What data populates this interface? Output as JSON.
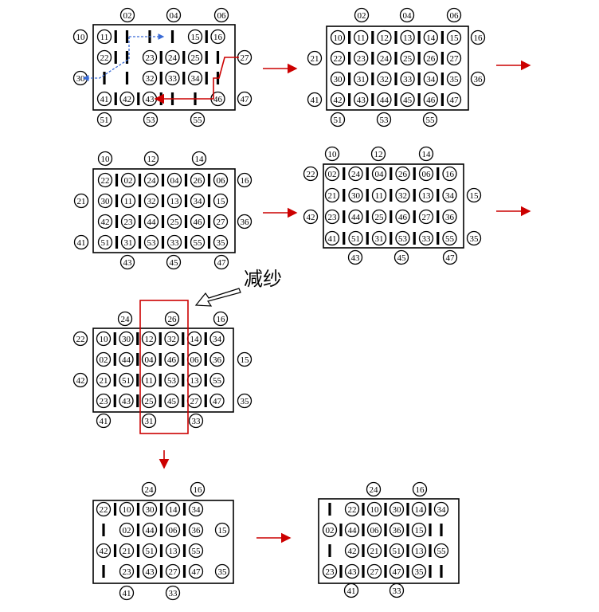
{
  "diagram": {
    "title": "",
    "reduction_label": "减纱",
    "colors": {
      "ink": "#000000",
      "arrow": "#cc0000",
      "path": "#3a6bd6",
      "highlight": "#cc0000"
    },
    "panels": [
      {
        "id": "p1",
        "rows": [
          [
            "11",
            "",
            "",
            "",
            "15",
            "16"
          ],
          [
            "22",
            "",
            "23",
            "24",
            "25",
            ""
          ],
          [
            "",
            "",
            "32",
            "33",
            "34",
            ""
          ],
          [
            "41",
            "42",
            "43",
            "",
            "",
            "46"
          ]
        ],
        "top": [
          "02",
          "04",
          "06"
        ],
        "bottom": [
          "51",
          "53",
          "55"
        ],
        "left": [
          "10",
          "",
          "30",
          ""
        ],
        "right": [
          "",
          "27",
          "",
          "47"
        ]
      },
      {
        "id": "p2",
        "rows": [
          [
            "10",
            "11",
            "12",
            "13",
            "14",
            "15"
          ],
          [
            "22",
            "23",
            "24",
            "25",
            "26",
            "27"
          ],
          [
            "30",
            "31",
            "32",
            "33",
            "34",
            "35"
          ],
          [
            "42",
            "43",
            "44",
            "45",
            "46",
            "47"
          ]
        ],
        "top": [
          "02",
          "04",
          "06"
        ],
        "bottom": [
          "51",
          "53",
          "55"
        ],
        "left": [
          "",
          "21",
          "",
          "41"
        ],
        "right": [
          "16",
          "",
          "36",
          ""
        ]
      },
      {
        "id": "p3",
        "rows": [
          [
            "22",
            "02",
            "24",
            "04",
            "26",
            "06"
          ],
          [
            "30",
            "11",
            "32",
            "13",
            "34",
            "15"
          ],
          [
            "42",
            "23",
            "44",
            "25",
            "46",
            "27"
          ],
          [
            "51",
            "31",
            "53",
            "33",
            "55",
            "35"
          ]
        ],
        "top": [
          "10",
          "12",
          "14"
        ],
        "bottom": [
          "43",
          "45",
          "47"
        ],
        "left": [
          "",
          "21",
          "",
          "41"
        ],
        "right": [
          "16",
          "",
          "36",
          ""
        ]
      },
      {
        "id": "p4",
        "rows": [
          [
            "02",
            "24",
            "04",
            "26",
            "06",
            "16"
          ],
          [
            "21",
            "30",
            "11",
            "32",
            "13",
            "34"
          ],
          [
            "23",
            "44",
            "25",
            "46",
            "27",
            "36"
          ],
          [
            "41",
            "51",
            "31",
            "53",
            "33",
            "55"
          ]
        ],
        "top": [
          "10",
          "12",
          "14"
        ],
        "bottom": [
          "43",
          "45",
          "47"
        ],
        "left": [
          "22",
          "",
          "42",
          ""
        ],
        "right": [
          "",
          "15",
          "",
          "35"
        ]
      },
      {
        "id": "p5",
        "rows": [
          [
            "10",
            "30",
            "12",
            "32",
            "14",
            "34"
          ],
          [
            "02",
            "44",
            "04",
            "46",
            "06",
            "36"
          ],
          [
            "21",
            "51",
            "11",
            "53",
            "13",
            "55"
          ],
          [
            "23",
            "43",
            "25",
            "45",
            "27",
            "47"
          ]
        ],
        "top": [
          "24",
          "26",
          "16"
        ],
        "bottom": [
          "41",
          "31",
          "33"
        ],
        "left": [
          "22",
          "",
          "42",
          ""
        ],
        "right": [
          "",
          "15",
          "",
          "35"
        ]
      },
      {
        "id": "p6",
        "rows": [
          [
            "22",
            "10",
            "30",
            "14",
            "34"
          ],
          [
            "",
            "02",
            "44",
            "06",
            "36"
          ],
          [
            "42",
            "21",
            "51",
            "13",
            "55"
          ],
          [
            "",
            "23",
            "43",
            "27",
            "47"
          ]
        ],
        "top": [
          "24",
          "16"
        ],
        "bottom": [
          "41",
          "33"
        ],
        "left": [],
        "right": [
          "",
          "15",
          "",
          "35"
        ]
      },
      {
        "id": "p7",
        "rows": [
          [
            "",
            "22",
            "10",
            "30",
            "14",
            "34"
          ],
          [
            "02",
            "44",
            "06",
            "36",
            "15",
            ""
          ],
          [
            "",
            "42",
            "21",
            "51",
            "13",
            "55"
          ],
          [
            "23",
            "43",
            "27",
            "47",
            "35",
            ""
          ]
        ],
        "top": [
          "24",
          "16"
        ],
        "bottom": [
          "41",
          "33"
        ],
        "left": [],
        "right": []
      }
    ]
  }
}
